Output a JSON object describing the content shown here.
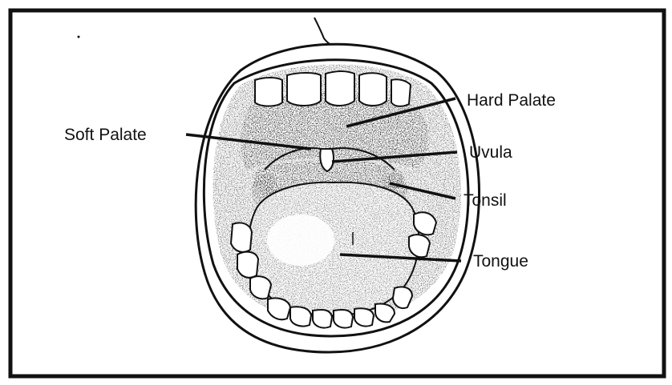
{
  "diagram": {
    "labels": {
      "hard_palate": "Hard Palate",
      "soft_palate": "Soft Palate",
      "uvula": "Uvula",
      "tonsil": "Tonsil",
      "tongue": "Tongue"
    },
    "colors": {
      "ink": "#111111",
      "stipple": "#2a2a2a",
      "background": "#ffffff"
    }
  }
}
